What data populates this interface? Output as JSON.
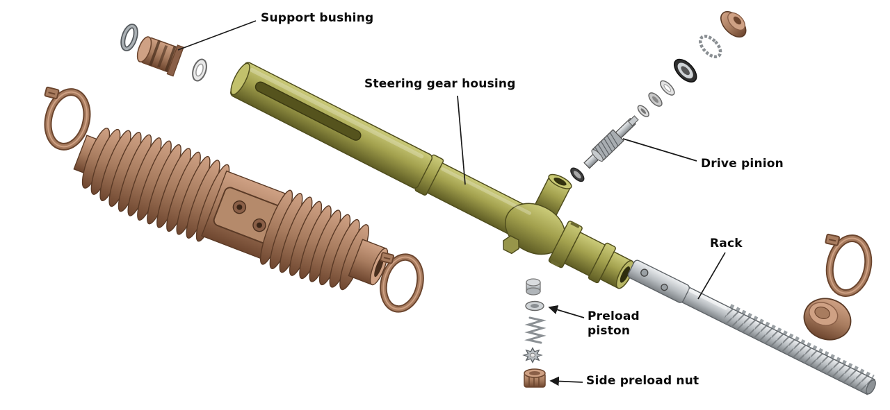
{
  "figure": {
    "labels": {
      "support_bushing": "Support bushing",
      "steering_gear_housing": "Steering gear housing",
      "drive_pinion": "Drive pinion",
      "rack": "Rack",
      "preload_piston": "Preload piston",
      "side_preload_nut": "Side preload nut"
    },
    "colors": {
      "boot_brown": "#a87c5f",
      "housing_olive": "#a3a14e",
      "metal_silver": "#c3c7ca",
      "leader_line": "#1a1a1a"
    }
  }
}
